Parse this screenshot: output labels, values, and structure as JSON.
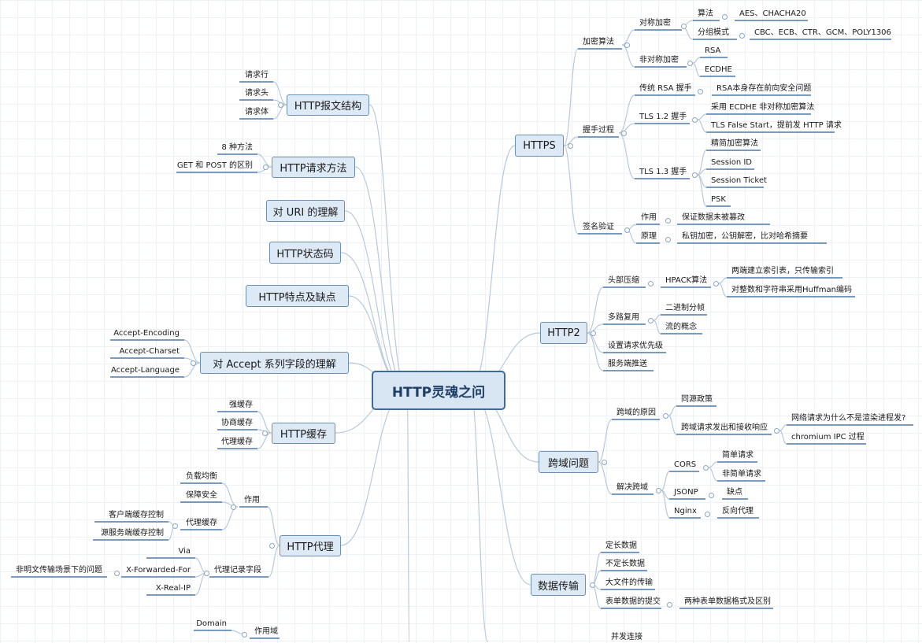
{
  "root": "HTTP灵魂之问",
  "left": [
    {
      "label": "HTTP报文结构",
      "children": [
        {
          "label": "请求行"
        },
        {
          "label": "请求头"
        },
        {
          "label": "请求体"
        }
      ]
    },
    {
      "label": "HTTP请求方法",
      "children": [
        {
          "label": "8 种方法"
        },
        {
          "label": "GET 和 POST 的区别"
        }
      ]
    },
    {
      "label": "对 URI 的理解",
      "children": []
    },
    {
      "label": "HTTP状态码",
      "children": []
    },
    {
      "label": "HTTP特点及缺点",
      "children": []
    },
    {
      "label": "对 Accept 系列字段的理解",
      "children": [
        {
          "label": "Accept-Encoding"
        },
        {
          "label": "Accept-Charset"
        },
        {
          "label": "Accept-Language"
        }
      ]
    },
    {
      "label": "HTTP缓存",
      "children": [
        {
          "label": "强缓存"
        },
        {
          "label": "协商缓存"
        },
        {
          "label": "代理缓存"
        }
      ]
    },
    {
      "label": "HTTP代理",
      "children": [
        {
          "label": "作用",
          "children": [
            {
              "label": "负载均衡"
            },
            {
              "label": "保障安全"
            },
            {
              "label": "代理缓存",
              "children": [
                {
                  "label": "客户端缓存控制"
                },
                {
                  "label": "源服务端缓存控制"
                }
              ]
            }
          ]
        },
        {
          "label": "代理记录字段",
          "children": [
            {
              "label": "Via"
            },
            {
              "label": "X-Forwarded-For",
              "children": [
                {
                  "label": "非明文传输场景下的问题"
                }
              ]
            },
            {
              "label": "X-Real-IP"
            }
          ]
        }
      ]
    },
    {
      "label": "",
      "children": [
        {
          "label": "作用域",
          "children": [
            {
              "label": "Domain"
            }
          ]
        }
      ]
    }
  ],
  "right": [
    {
      "label": "HTTPS",
      "children": [
        {
          "label": "加密算法",
          "children": [
            {
              "label": "对称加密",
              "children": [
                {
                  "label": "算法",
                  "children": [
                    {
                      "label": "AES、CHACHA20"
                    }
                  ]
                },
                {
                  "label": "分组模式",
                  "children": [
                    {
                      "label": "CBC、ECB、CTR、GCM、POLY1306"
                    }
                  ]
                }
              ]
            },
            {
              "label": "非对称加密",
              "children": [
                {
                  "label": "RSA"
                },
                {
                  "label": "ECDHE"
                }
              ]
            }
          ]
        },
        {
          "label": "握手过程",
          "children": [
            {
              "label": "传统 RSA 握手",
              "children": [
                {
                  "label": "RSA本身存在前向安全问题"
                }
              ]
            },
            {
              "label": "TLS 1.2 握手",
              "children": [
                {
                  "label": "采用 ECDHE 非对称加密算法"
                },
                {
                  "label": "TLS False Start，提前发 HTTP 请求"
                }
              ]
            },
            {
              "label": "TLS 1.3 握手",
              "children": [
                {
                  "label": "精简加密算法"
                },
                {
                  "label": "Session ID"
                },
                {
                  "label": "Session Ticket"
                },
                {
                  "label": "PSK"
                }
              ]
            }
          ]
        },
        {
          "label": "签名验证",
          "children": [
            {
              "label": "作用",
              "children": [
                {
                  "label": "保证数据未被篡改"
                }
              ]
            },
            {
              "label": "原理",
              "children": [
                {
                  "label": "私钥加密，公钥解密，比对哈希摘要"
                }
              ]
            }
          ]
        }
      ]
    },
    {
      "label": "HTTP2",
      "children": [
        {
          "label": "头部压缩",
          "children": [
            {
              "label": "HPACK算法",
              "children": [
                {
                  "label": "两端建立索引表，只传输索引"
                },
                {
                  "label": "对整数和字符串采用Huffman编码"
                }
              ]
            }
          ]
        },
        {
          "label": "多路复用",
          "children": [
            {
              "label": "二进制分帧"
            },
            {
              "label": "流的概念"
            }
          ]
        },
        {
          "label": "设置请求优先级"
        },
        {
          "label": "服务端推送"
        }
      ]
    },
    {
      "label": "跨域问题",
      "children": [
        {
          "label": "跨域的原因",
          "children": [
            {
              "label": "同源政策"
            },
            {
              "label": "跨域请求发出和接收响应",
              "children": [
                {
                  "label": "网络请求为什么不是渲染进程发?"
                },
                {
                  "label": "chromium IPC 过程"
                }
              ]
            }
          ]
        },
        {
          "label": "解决跨域",
          "children": [
            {
              "label": "CORS",
              "children": [
                {
                  "label": "简单请求"
                },
                {
                  "label": "非简单请求"
                }
              ]
            },
            {
              "label": "JSONP",
              "children": [
                {
                  "label": "缺点"
                }
              ]
            },
            {
              "label": "Nginx",
              "children": [
                {
                  "label": "反向代理"
                }
              ]
            }
          ]
        }
      ]
    },
    {
      "label": "数据传输",
      "children": [
        {
          "label": "定长数据"
        },
        {
          "label": "不定长数据"
        },
        {
          "label": "大文件的传输"
        },
        {
          "label": "表单数据的提交",
          "children": [
            {
              "label": "两种表单数据格式及区别"
            }
          ]
        }
      ]
    },
    {
      "label": "",
      "children": [
        {
          "label": "并发连接"
        }
      ]
    }
  ],
  "colors": {
    "box_fill": "#dde9f5",
    "box_border": "#6b8fb5",
    "root_border": "#3f6a99",
    "underline": "#4f79a8",
    "connector": "#b9c9da"
  }
}
